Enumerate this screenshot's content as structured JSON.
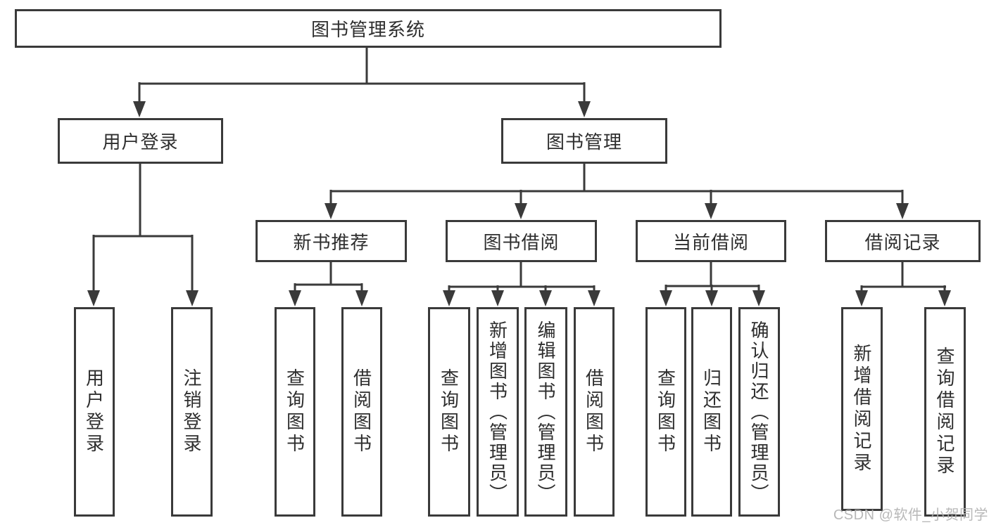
{
  "colors": {
    "line": "#3a3a3a",
    "box_border": "#3a3a3a",
    "text": "#2e2e2e",
    "background": "#ffffff",
    "watermark": "#b1b1b1"
  },
  "diagram": {
    "title": "图书管理系统",
    "branches": [
      {
        "label": "用户登录",
        "children": [
          {
            "label": "用户登录"
          },
          {
            "label": "注销登录"
          }
        ]
      },
      {
        "label": "图书管理",
        "children": [
          {
            "label": "新书推荐",
            "children": [
              {
                "label": "查询图书"
              },
              {
                "label": "借阅图书"
              }
            ]
          },
          {
            "label": "图书借阅",
            "children": [
              {
                "label": "查询图书"
              },
              {
                "label": "新增图书（管理员）"
              },
              {
                "label": "编辑图书（管理员）"
              },
              {
                "label": "借阅图书"
              }
            ]
          },
          {
            "label": "当前借阅",
            "children": [
              {
                "label": "查询图书"
              },
              {
                "label": "归还图书"
              },
              {
                "label": "确认归还（管理员）"
              }
            ]
          },
          {
            "label": "借阅记录",
            "children": [
              {
                "label": "新增借阅记录"
              },
              {
                "label": "查询借阅记录"
              }
            ]
          }
        ]
      }
    ]
  },
  "watermark": {
    "text": "CSDN @软件_小贺同学"
  }
}
